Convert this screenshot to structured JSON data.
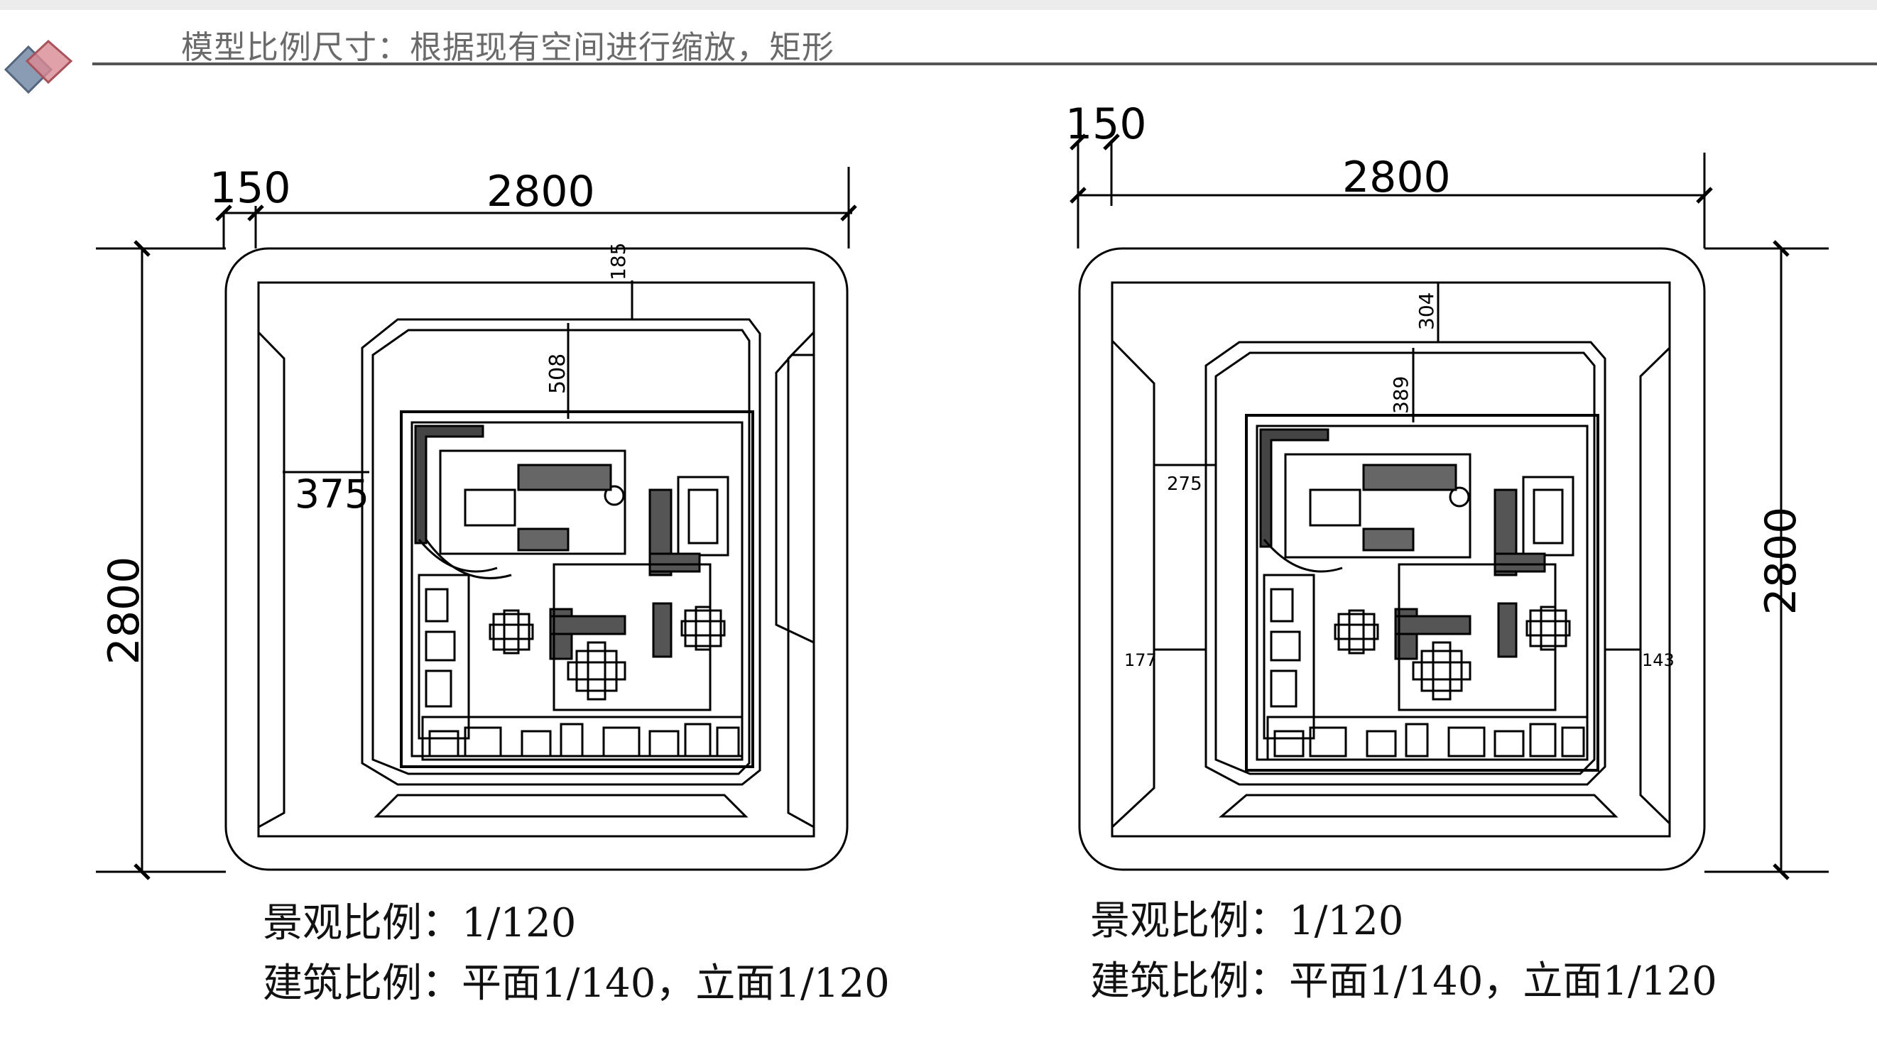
{
  "header": {
    "title": "模型比例尺寸：根据现有空间进行缩放，矩形"
  },
  "colors": {
    "logo_blue": "#8a9cb4",
    "logo_red": "#d98992",
    "line": "#000000",
    "header_text": "#6a6a6a"
  },
  "left_plan": {
    "dims": {
      "top_left": "150",
      "top": "2800",
      "left": "2800",
      "inner_left": "375",
      "north_gap": "185",
      "north_depth": "508"
    },
    "caption": {
      "landscape": "景观比例：1/120",
      "building": "建筑比例：平面1/140，立面1/120"
    }
  },
  "right_plan": {
    "dims": {
      "top_left": "150",
      "top": "2800",
      "right": "2800",
      "inner_left": "275",
      "north_gap": "304",
      "north_depth": "389",
      "west_gap": "177",
      "east_gap": "143"
    },
    "caption": {
      "landscape": "景观比例：1/120",
      "building": "建筑比例：平面1/140，立面1/120"
    }
  }
}
